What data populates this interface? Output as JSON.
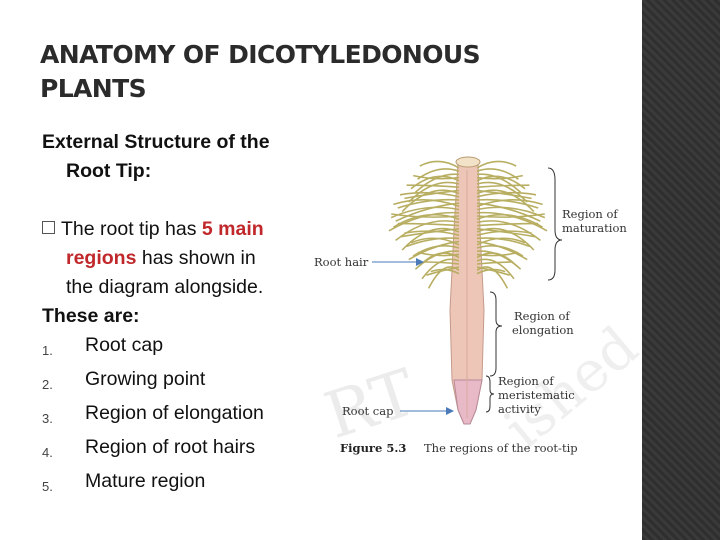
{
  "slide": {
    "title_line1": "ANATOMY OF DICOTYLEDONOUS",
    "title_line2": "PLANTS",
    "subheading_line1": "External Structure of the",
    "subheading_line2": "Root Tip:",
    "bullet": {
      "pre": "The root tip has ",
      "highlight_line1": "5 main",
      "highlight_line2": "regions",
      "post_line2": " has shown in",
      "line3": "the diagram alongside."
    },
    "these_are": "These are:",
    "list": [
      {
        "num": "1.",
        "text": "Root cap"
      },
      {
        "num": "2.",
        "text": "Growing point"
      },
      {
        "num": "3.",
        "text": "Region of elongation"
      },
      {
        "num": "4.",
        "text": "Region of root hairs"
      },
      {
        "num": "5.",
        "text": "Mature region"
      }
    ],
    "highlight_color": "#c0282b"
  },
  "figure": {
    "label_root_hair": "Root hair",
    "label_maturation_1": "Region of",
    "label_maturation_2": "maturation",
    "label_elongation_1": "Region of",
    "label_elongation_2": "elongation",
    "label_meristem_1": "Region of",
    "label_meristem_2": "meristematic",
    "label_meristem_3": "activity",
    "label_root_cap": "Root cap",
    "caption_number": "Figure 5.3",
    "caption_text": "The regions of the root-tip",
    "watermark_1": "RT",
    "watermark_2": "ished"
  }
}
